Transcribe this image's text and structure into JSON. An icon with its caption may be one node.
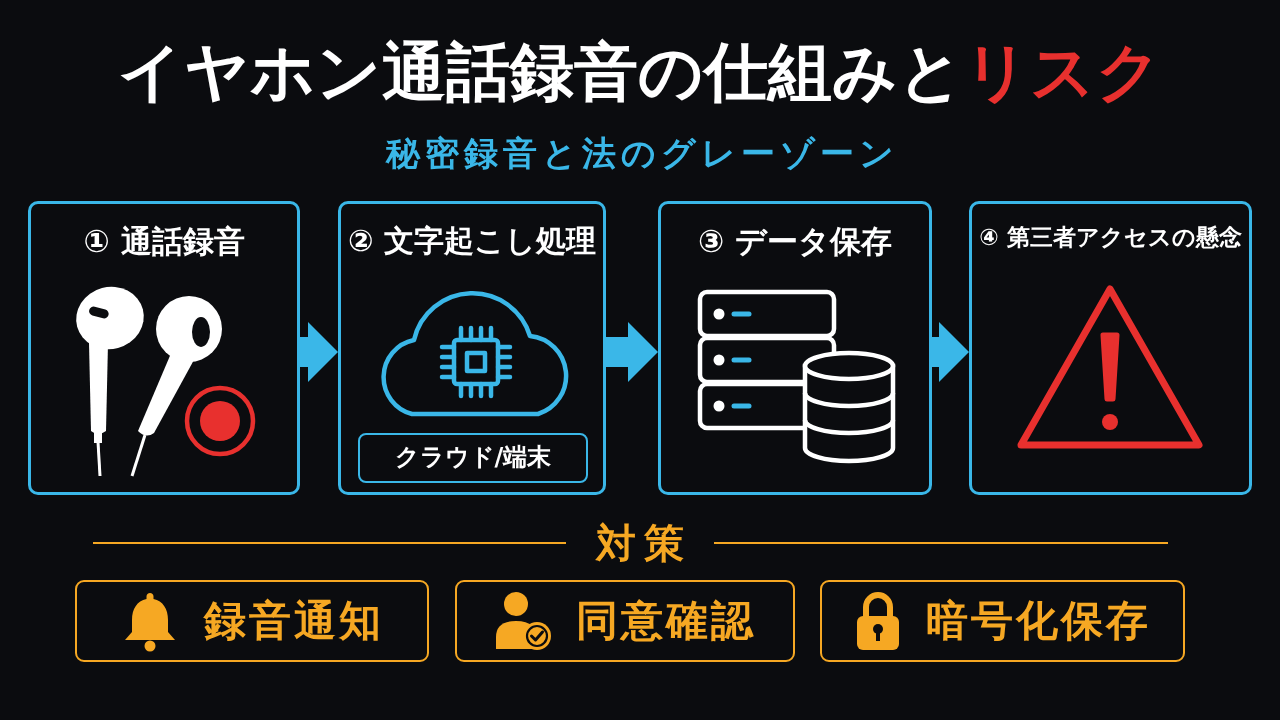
{
  "diagram": {
    "title": "イヤホン通話録音の仕組みと**リスク**",
    "nodes": [
      {
        "text": [
          "① 通話録音"
        ]
      },
      {
        "text": [
          "② 文字起こし処理"
        ]
      },
      {
        "text": [
          "クラウド/端末"
        ],
        "in": 1
      },
      {
        "text": [
          "③ データ保存"
        ]
      },
      {
        "text": [
          "④ 第三者アクセスの懸念"
        ]
      },
      {
        "text": [
          "録音通知"
        ]
      },
      {
        "text": [
          "同意確認"
        ]
      },
      {
        "text": [
          "暗号化保存"
        ]
      }
    ],
    "edges": [
      {
        "from": 0,
        "to": 1,
        "arrow": "to"
      },
      {
        "from": 1,
        "to": 3,
        "arrow": "to"
      },
      {
        "from": 3,
        "to": 4,
        "arrow": "to"
      }
    ],
    "labels": [
      "秘密録音と法のグレーゾーン",
      "対策"
    ]
  }
}
